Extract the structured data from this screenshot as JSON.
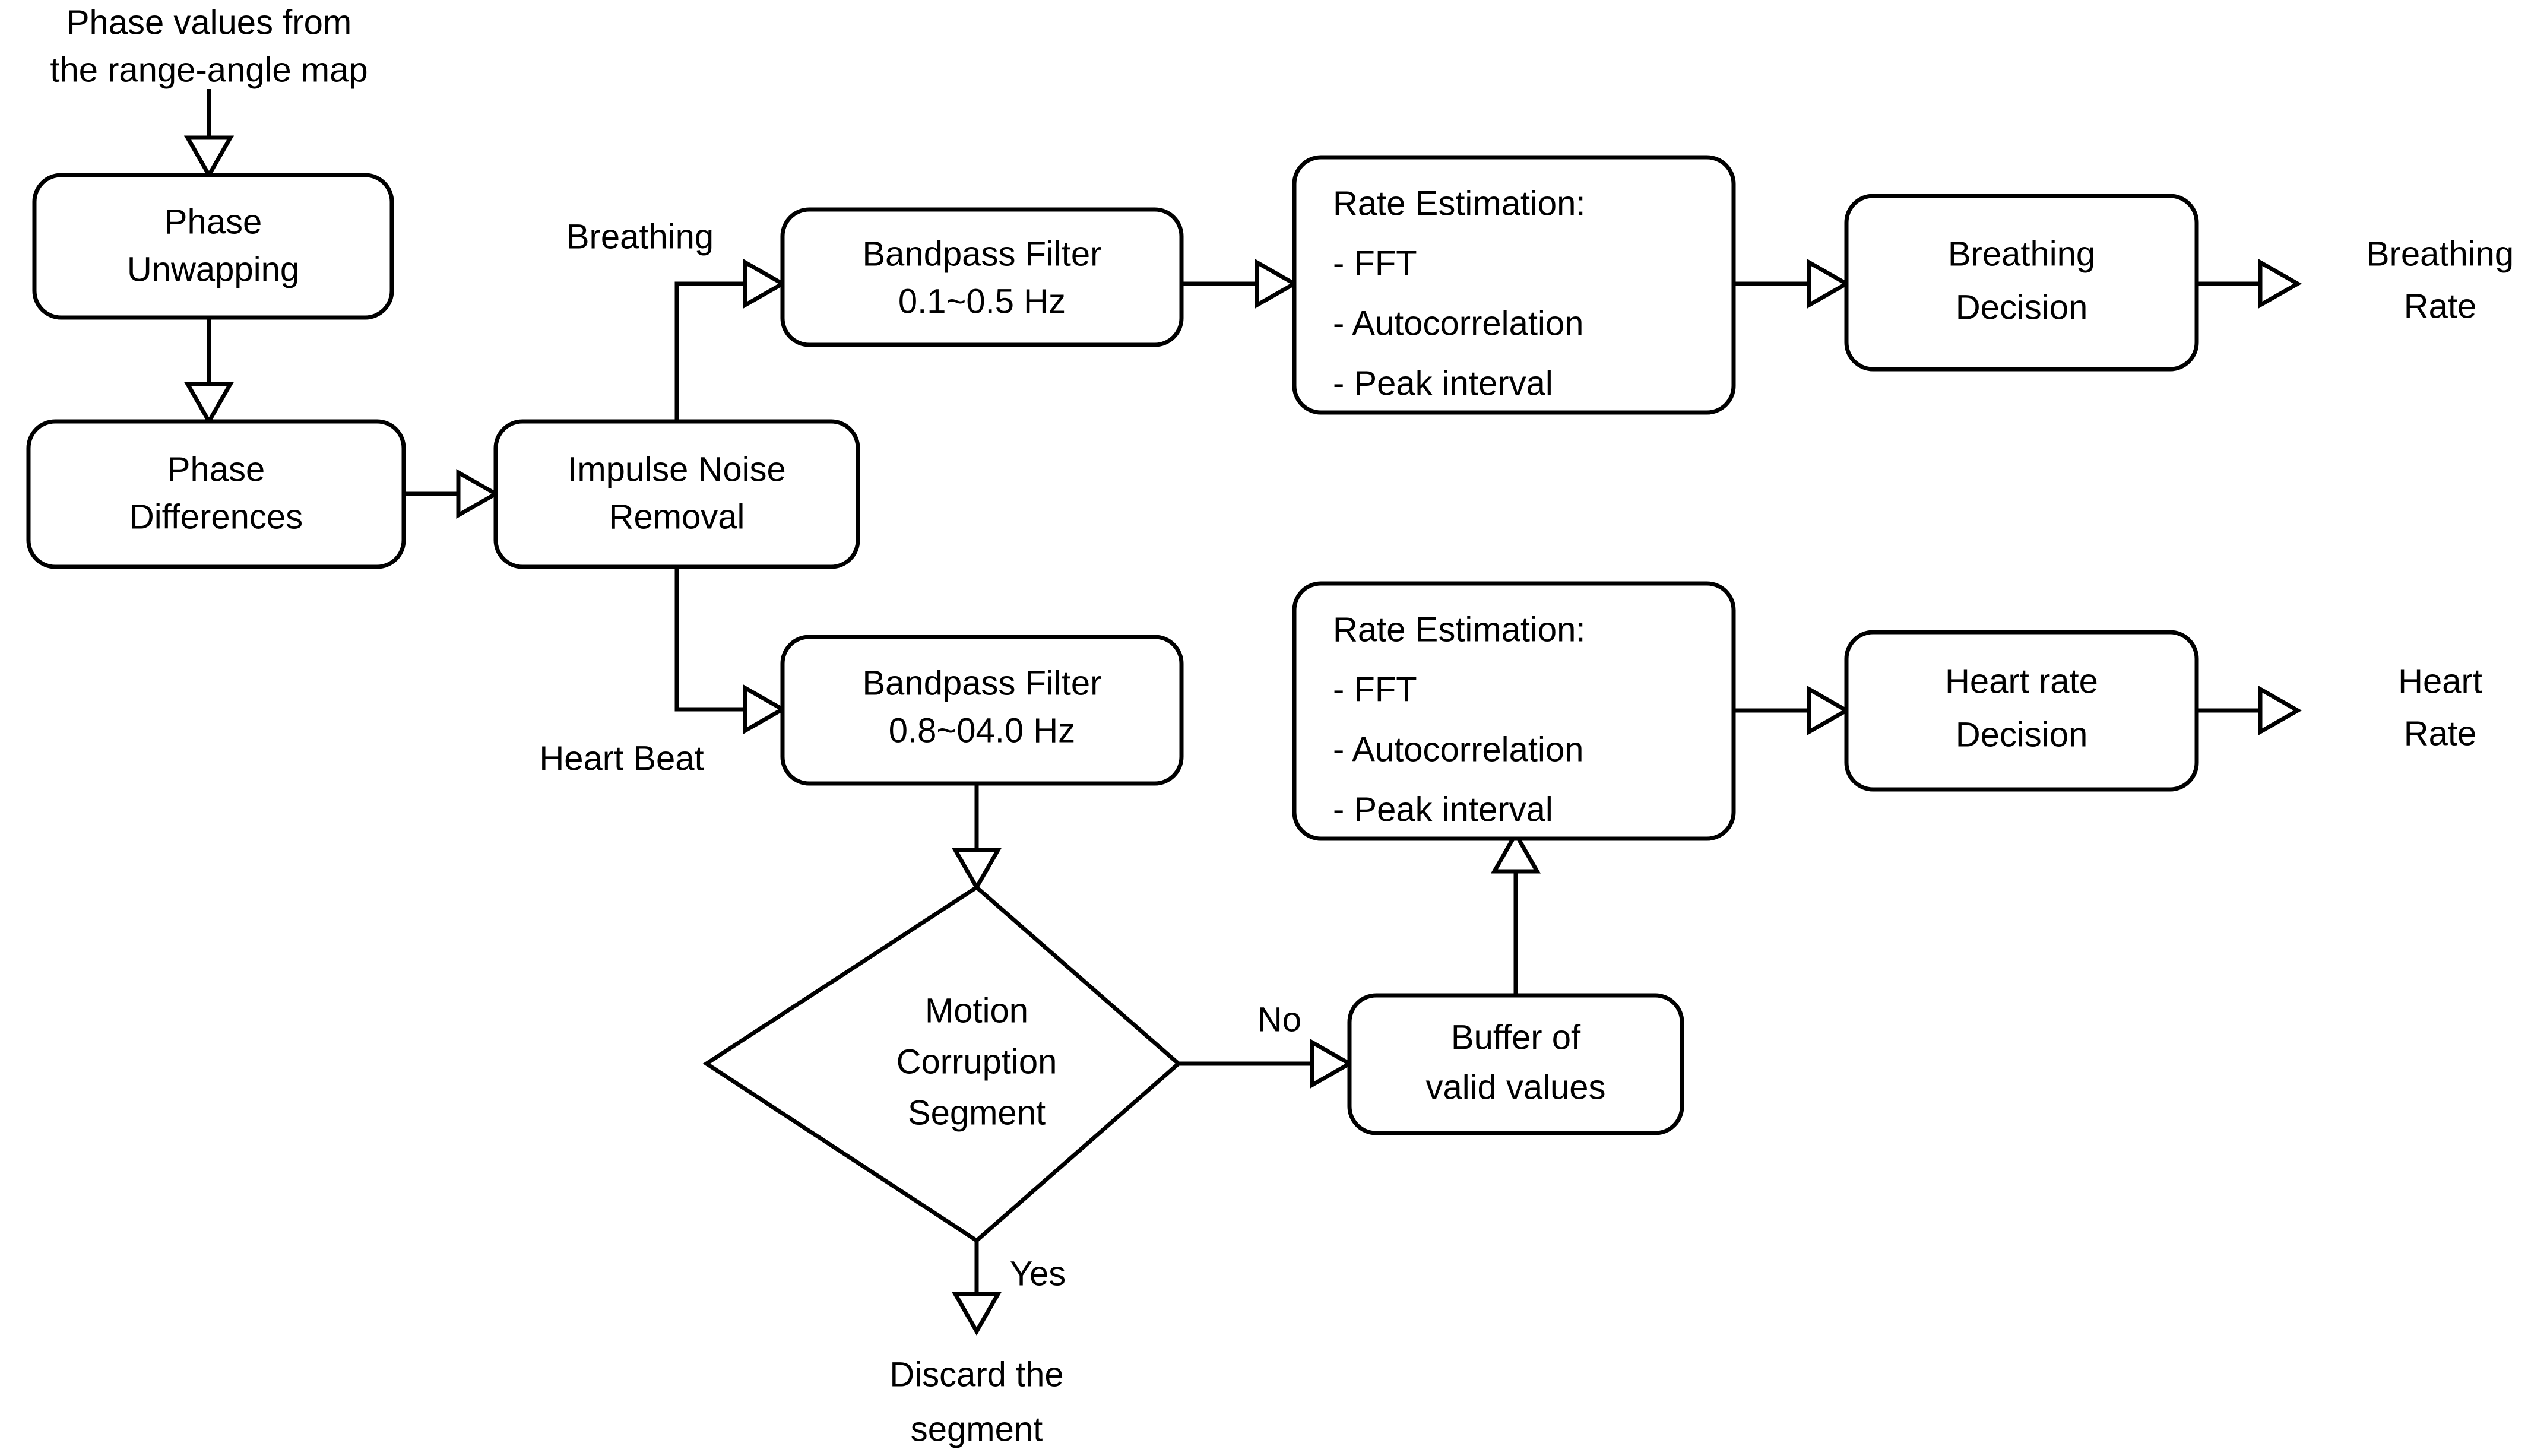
{
  "diagram": {
    "title": "Vital sign signal processing flowchart",
    "background_color": "#ffffff",
    "line_color": "#000000",
    "text_color": "#000000"
  },
  "nodes": {
    "input_label": {
      "line1": "Phase values from",
      "line2": "the range-angle map"
    },
    "phase_unwrapping": {
      "line1": "Phase",
      "line2": "Unwapping"
    },
    "phase_differences": {
      "line1": "Phase",
      "line2": "Differences"
    },
    "impulse_noise_removal": {
      "line1": "Impulse Noise",
      "line2": "Removal"
    },
    "bandpass_breathing": {
      "line1": "Bandpass Filter",
      "line2": "0.1~0.5 Hz"
    },
    "bandpass_heart": {
      "line1": "Bandpass Filter",
      "line2": "0.8~04.0 Hz"
    },
    "rate_estimation_breathing": {
      "line1": "Rate Estimation:",
      "line2": "- FFT",
      "line3": "- Autocorrelation",
      "line4": "- Peak interval"
    },
    "rate_estimation_heart": {
      "line1": "Rate Estimation:",
      "line2": "- FFT",
      "line3": "- Autocorrelation",
      "line4": "- Peak interval"
    },
    "breathing_decision": {
      "line1": "Breathing",
      "line2": "Decision"
    },
    "heart_rate_decision": {
      "line1": "Heart rate",
      "line2": "Decision"
    },
    "motion_corruption": {
      "line1": "Motion",
      "line2": "Corruption",
      "line3": "Segment"
    },
    "buffer_valid_values": {
      "line1": "Buffer of",
      "line2": "valid values"
    },
    "breathing_rate_output": {
      "line1": "Breathing",
      "line2": "Rate"
    },
    "heart_rate_output": {
      "line1": "Heart",
      "line2": "Rate"
    },
    "discard_segment": {
      "line1": "Discard the",
      "line2": "segment"
    }
  },
  "edge_labels": {
    "breathing": "Breathing",
    "heart_beat": "Heart Beat",
    "no": "No",
    "yes": "Yes"
  }
}
